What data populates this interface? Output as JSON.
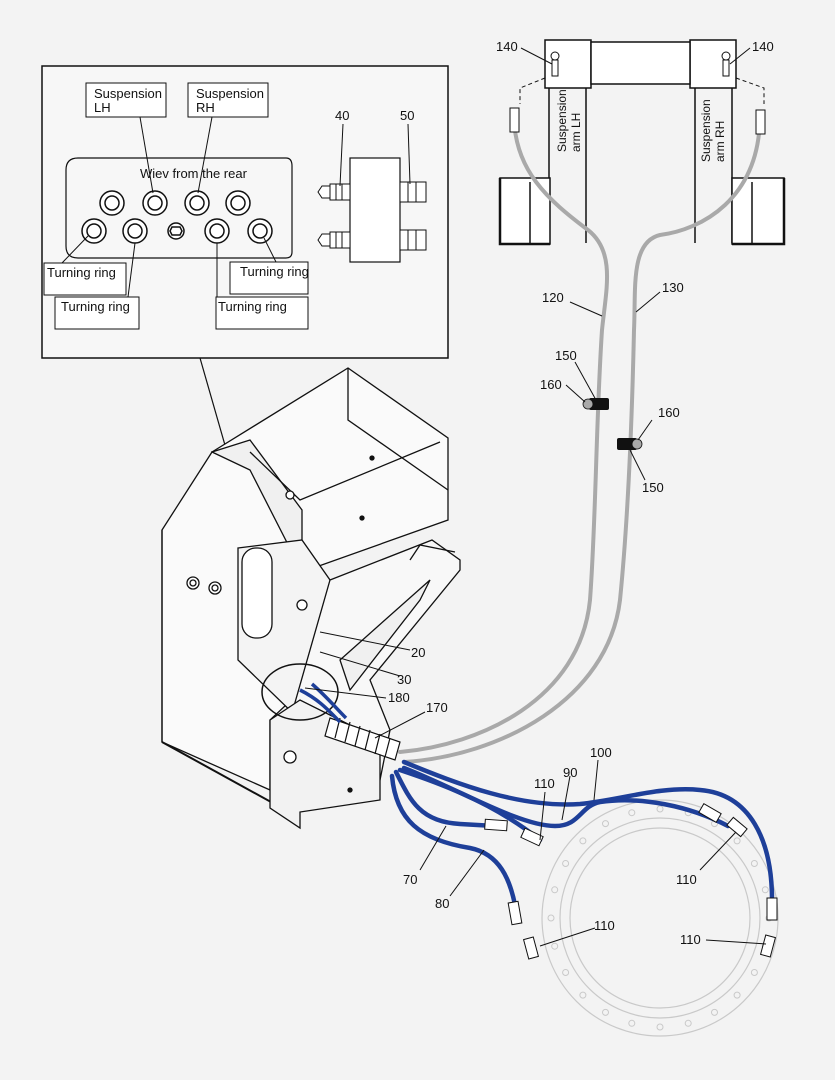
{
  "inset": {
    "view_caption": "Wiev from the rear",
    "labels": {
      "suspension_lh": [
        "Suspension",
        "LH"
      ],
      "suspension_rh": [
        "Suspension",
        "RH"
      ],
      "turning_ring_1": "Turning ring",
      "turning_ring_2": "Turning ring",
      "turning_ring_3": "Turning ring",
      "turning_ring_4": "Turning ring"
    },
    "parts": {
      "p40": "40",
      "p50": "50"
    }
  },
  "suspension": {
    "arm_lh": [
      "Suspension",
      "arm LH"
    ],
    "arm_rh": [
      "Suspension",
      "arm RH"
    ]
  },
  "callouts": {
    "c140_left": "140",
    "c140_right": "140",
    "c120": "120",
    "c130": "130",
    "c150_a": "150",
    "c160_a": "160",
    "c160_b": "160",
    "c150_b": "150",
    "c20": "20",
    "c30": "30",
    "c180": "180",
    "c170": "170",
    "c100": "100",
    "c90": "90",
    "c110_a": "110",
    "c110_b": "110",
    "c110_c": "110",
    "c110_d": "110",
    "c70": "70",
    "c80": "80"
  },
  "colors": {
    "hydraulic_hose": "#1e3f99",
    "pneumatic_hose": "#a9a9a9",
    "line": "#111111",
    "faded_ring": "#c9c9c9"
  }
}
